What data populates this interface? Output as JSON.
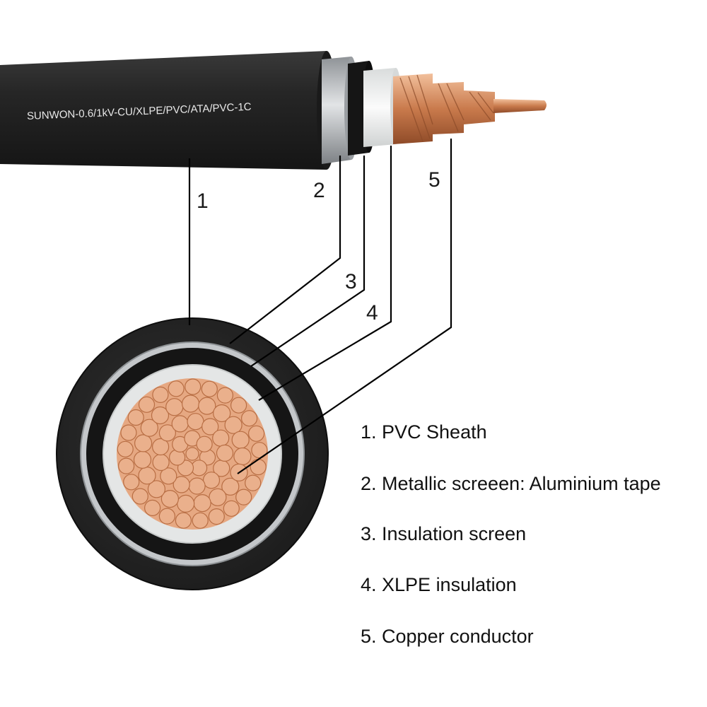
{
  "cable": {
    "print_text": "SUNWON-0.6/1kV-CU/XLPE/PVC/ATA/PVC-1C"
  },
  "callouts": [
    "1",
    "2",
    "3",
    "4",
    "5"
  ],
  "legend": [
    "1. PVC Sheath",
    "2. Metallic screeen: Aluminium tape",
    "3. Insulation screen",
    "4. XLPE insulation",
    "5. Copper conductor"
  ],
  "colors": {
    "sheath": "#222222",
    "aluminium": "#b9bcbf",
    "screen": "#141414",
    "xlpe": "#e4e6e6",
    "copper": "#e3a47e",
    "leader": "#000000"
  }
}
